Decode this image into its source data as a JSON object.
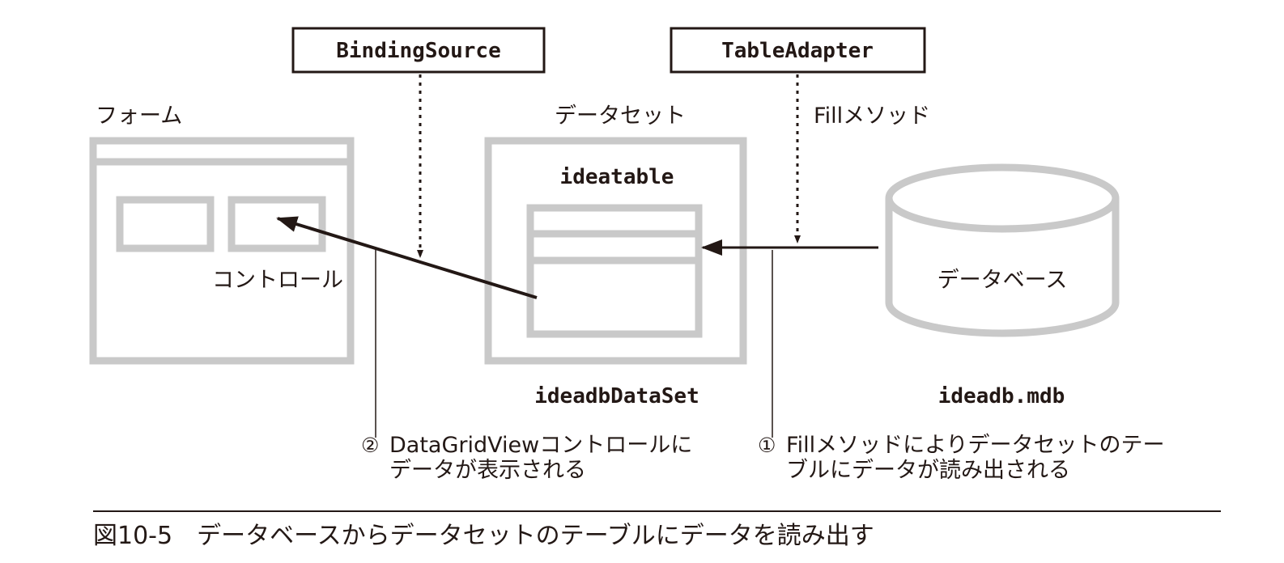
{
  "binding_source": "BindingSource",
  "table_adapter": "TableAdapter",
  "form_label": "フォーム",
  "dataset_label": "データセット",
  "fill_method_label": "Fillメソッド",
  "table_name": "ideatable",
  "control_label": "コントロール",
  "database_label": "データベース",
  "dataset_name": "ideadbDataSet",
  "database_file": "ideadb.mdb",
  "note2": {
    "marker": "②",
    "line1": "DataGridViewコントロールに",
    "line2": "データが表示される"
  },
  "note1": {
    "marker": "①",
    "line1": "Fillメソッドによりデータセットのテー",
    "line2": "ブルにデータが読み出される"
  },
  "figure_caption": "図10-5　データベースからデータセットのテーブルにデータを読み出す"
}
